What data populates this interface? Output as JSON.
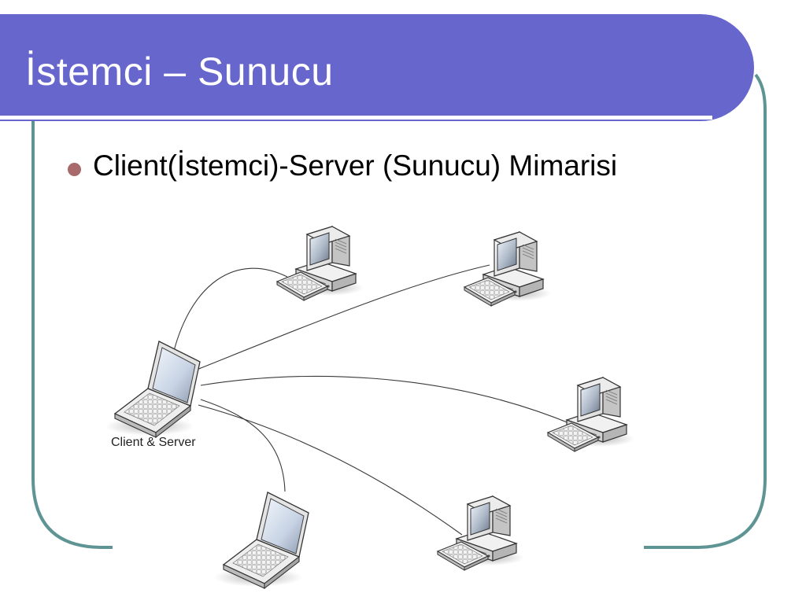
{
  "slide": {
    "title": "İstemci – Sunucu",
    "bullet": "Client(İstemci)-Server (Sunucu) Mimarisi"
  },
  "diagram": {
    "hub": {
      "label": "Client & Server",
      "device": "laptop-icon"
    },
    "nodes": [
      {
        "name": "desktop-computer-top-left",
        "device": "desktop-computer-icon"
      },
      {
        "name": "desktop-computer-top-right",
        "device": "desktop-computer-icon"
      },
      {
        "name": "desktop-computer-right",
        "device": "desktop-computer-icon"
      },
      {
        "name": "desktop-computer-bottom",
        "device": "desktop-computer-icon"
      },
      {
        "name": "laptop-bottom",
        "device": "laptop-icon"
      }
    ]
  },
  "colors": {
    "title_bar": "#6666cc",
    "frame": "#5e9494",
    "bullet": "#a86a6a"
  }
}
